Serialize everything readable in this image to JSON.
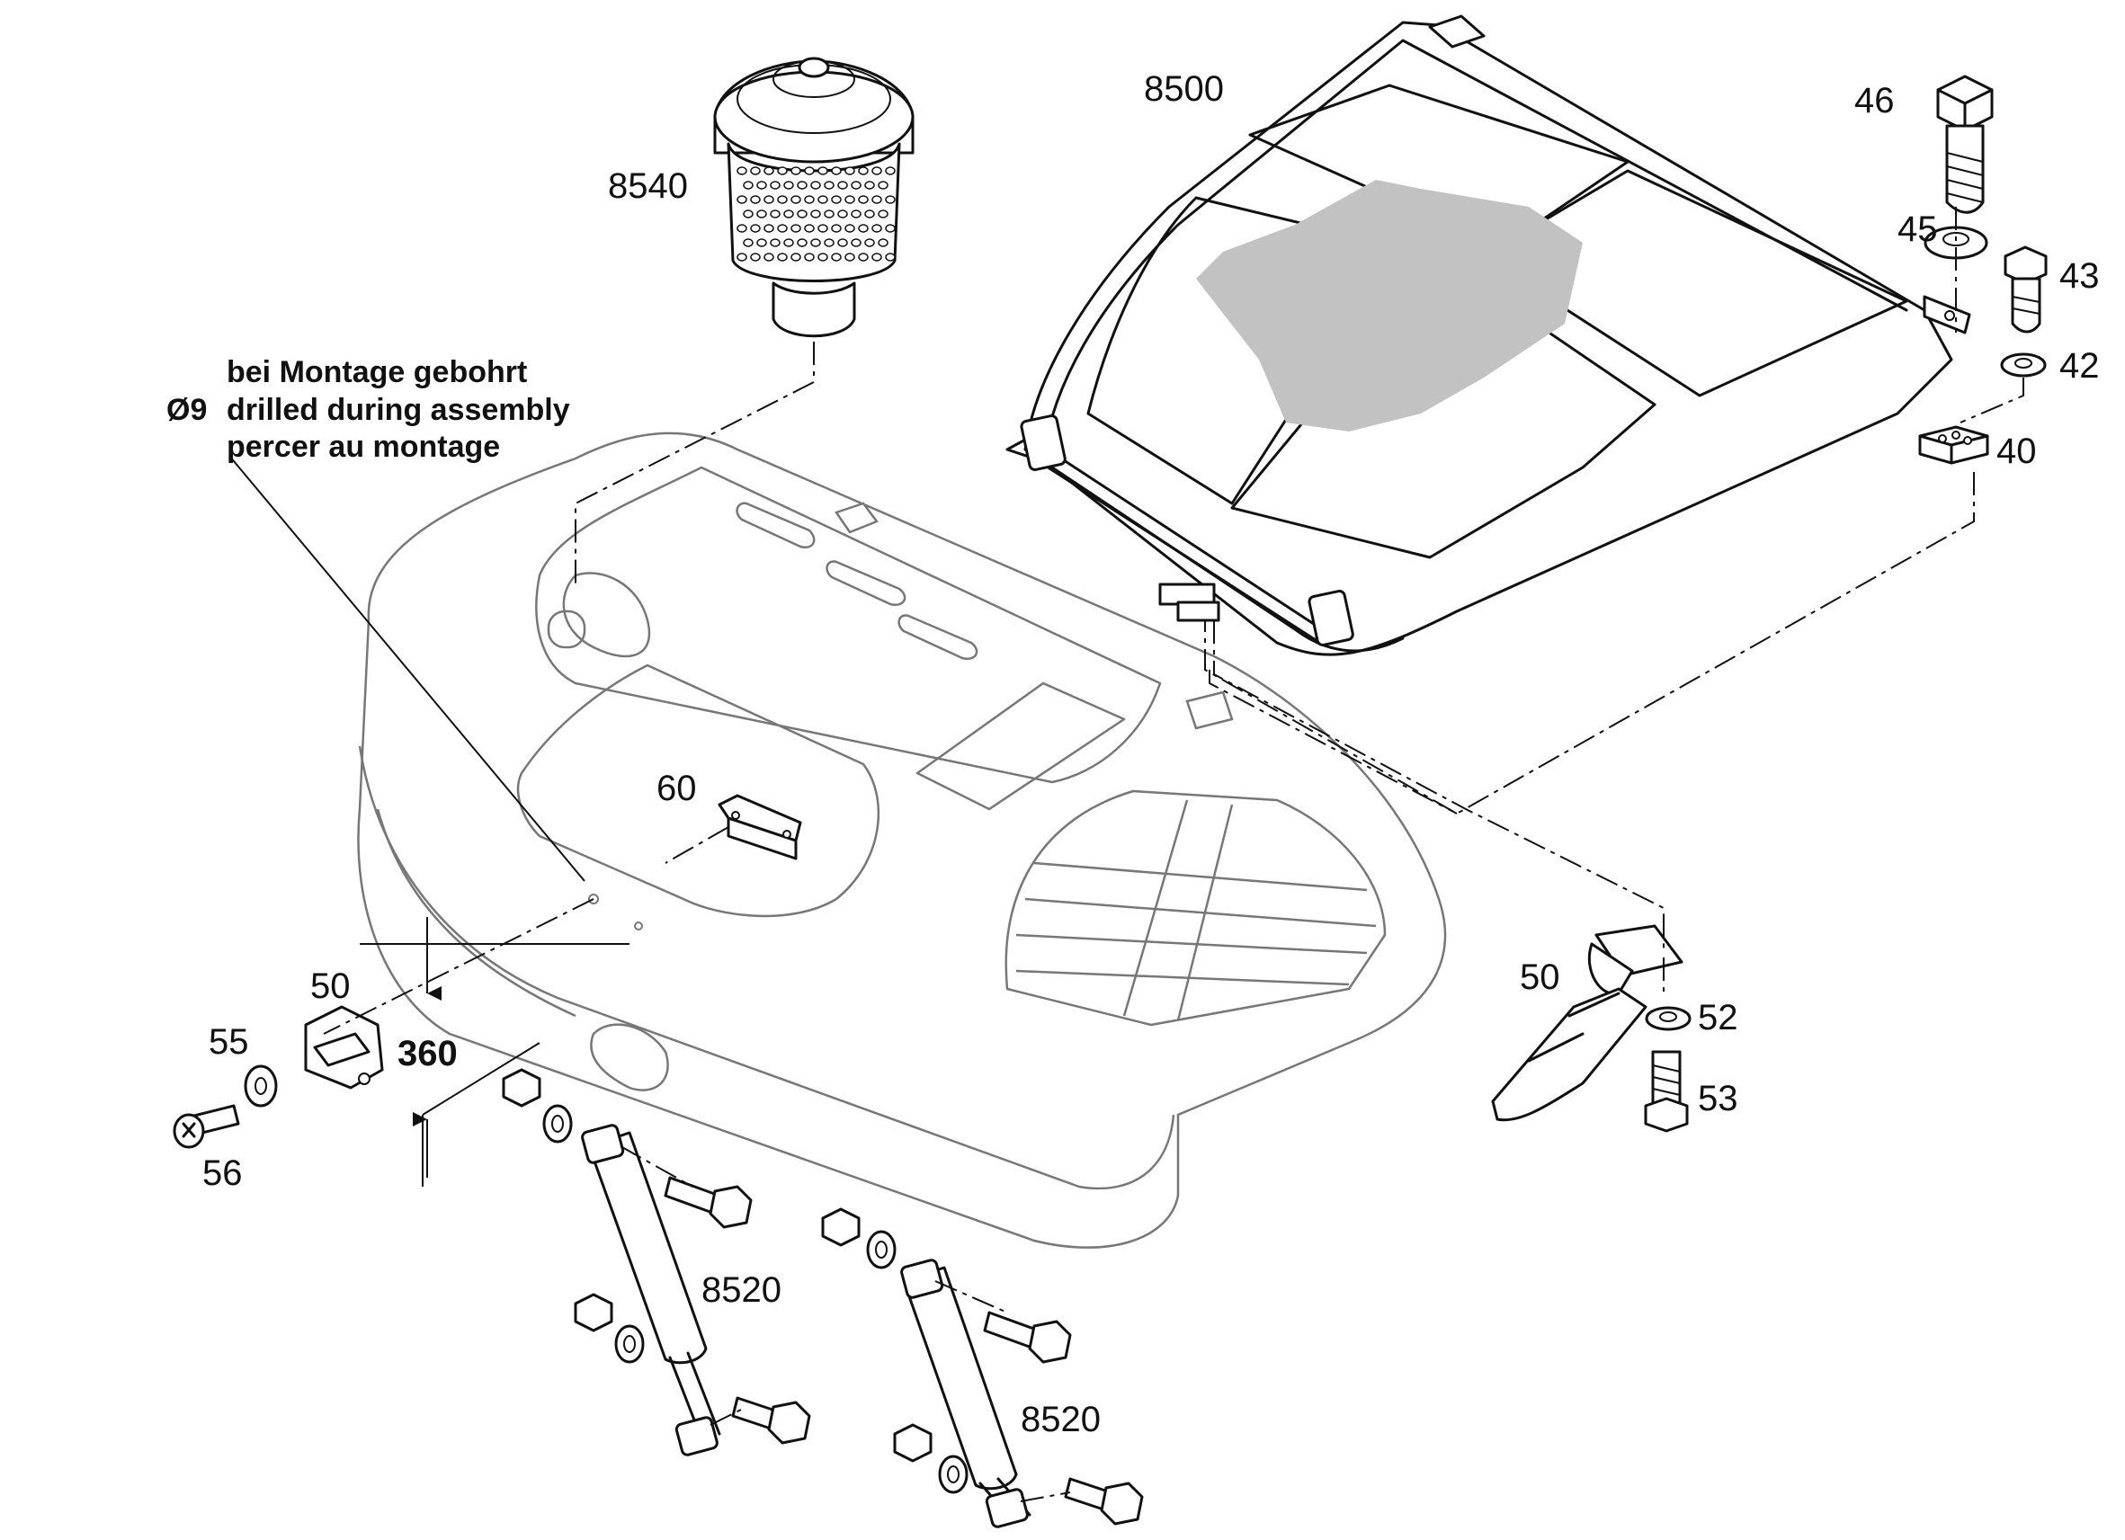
{
  "labels": {
    "l8500": "8500",
    "l8540": "8540",
    "l46": "46",
    "l45": "45",
    "l43": "43",
    "l42": "42",
    "l40": "40",
    "l60": "60",
    "l50_left": "50",
    "l55": "55",
    "l56": "56",
    "l360": "360",
    "l50_right": "50",
    "l52": "52",
    "l53": "53",
    "l8520_a": "8520",
    "l8520_b": "8520"
  },
  "note": {
    "de": "bei Montage gebohrt",
    "en": "drilled during assembly",
    "fr": "percer au montage",
    "diameter": "Ø9"
  }
}
